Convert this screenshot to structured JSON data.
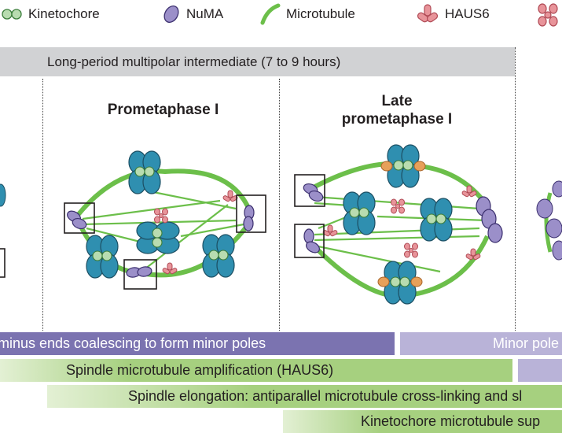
{
  "legend": {
    "kinetochore": "Kinetochore",
    "numa": "NuMA",
    "microtubule": "Microtubule",
    "haus6": "HAUS6"
  },
  "phase_bar": {
    "label": "Long-period multipolar intermediate (7 to 9 hours)"
  },
  "stages": {
    "prometaphase": "Prometaphase I",
    "late_prometaphase_line1": "Late",
    "late_prometaphase_line2": "prometaphase I"
  },
  "bands": {
    "minus_ends": "minus ends coalescing to form minor poles",
    "minor_poles": "Minor pole",
    "amplification": "Spindle microtubule amplification  (HAUS6)",
    "elongation": "Spindle elongation: antiparallel microtubule cross-linking and sl",
    "kinetochore_mt": "Kinetochore microtubule sup"
  },
  "colors": {
    "microtubule": "#6cbf4a",
    "kinetochore": "#b8dcb0",
    "numa": "#9b8fc9",
    "haus6": "#e8949a",
    "chromosome": "#2f8fb0",
    "band_purple": "#7b73b0",
    "band_light_purple": "#b9b3d8",
    "band_green": "#a6d07f",
    "band_light_green": "#e3f0d4"
  }
}
